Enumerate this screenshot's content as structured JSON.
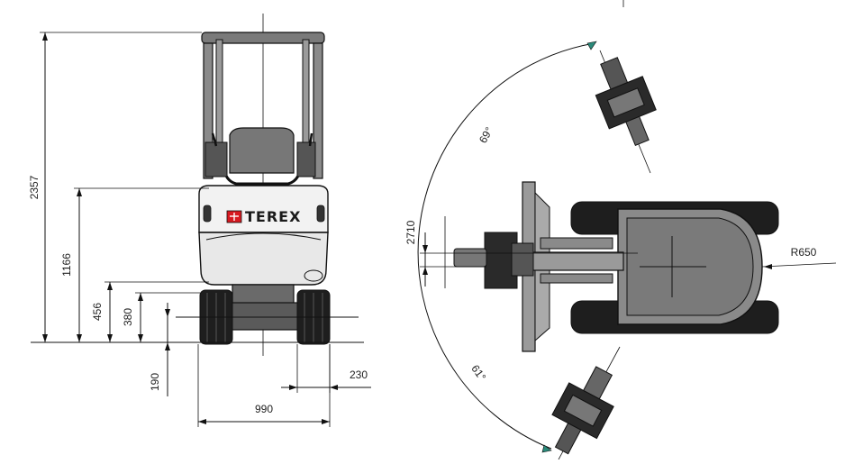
{
  "front_view": {
    "brand": "TEREX",
    "dimensions": {
      "overall_height": "2357",
      "seat_height": "1166",
      "body_clearance": "456",
      "blade_height": "380",
      "ground_clearance": "190",
      "track_width": "230",
      "overall_width": "990"
    }
  },
  "top_view": {
    "angle_left": "69°",
    "angle_right": "61°",
    "tail_radius": "R650",
    "boom_offset": "2710"
  },
  "colors": {
    "body_grey": "#8a8a8a",
    "dark_grey": "#444444",
    "track_black": "#1e1e1e",
    "brand_red": "#d71920"
  }
}
